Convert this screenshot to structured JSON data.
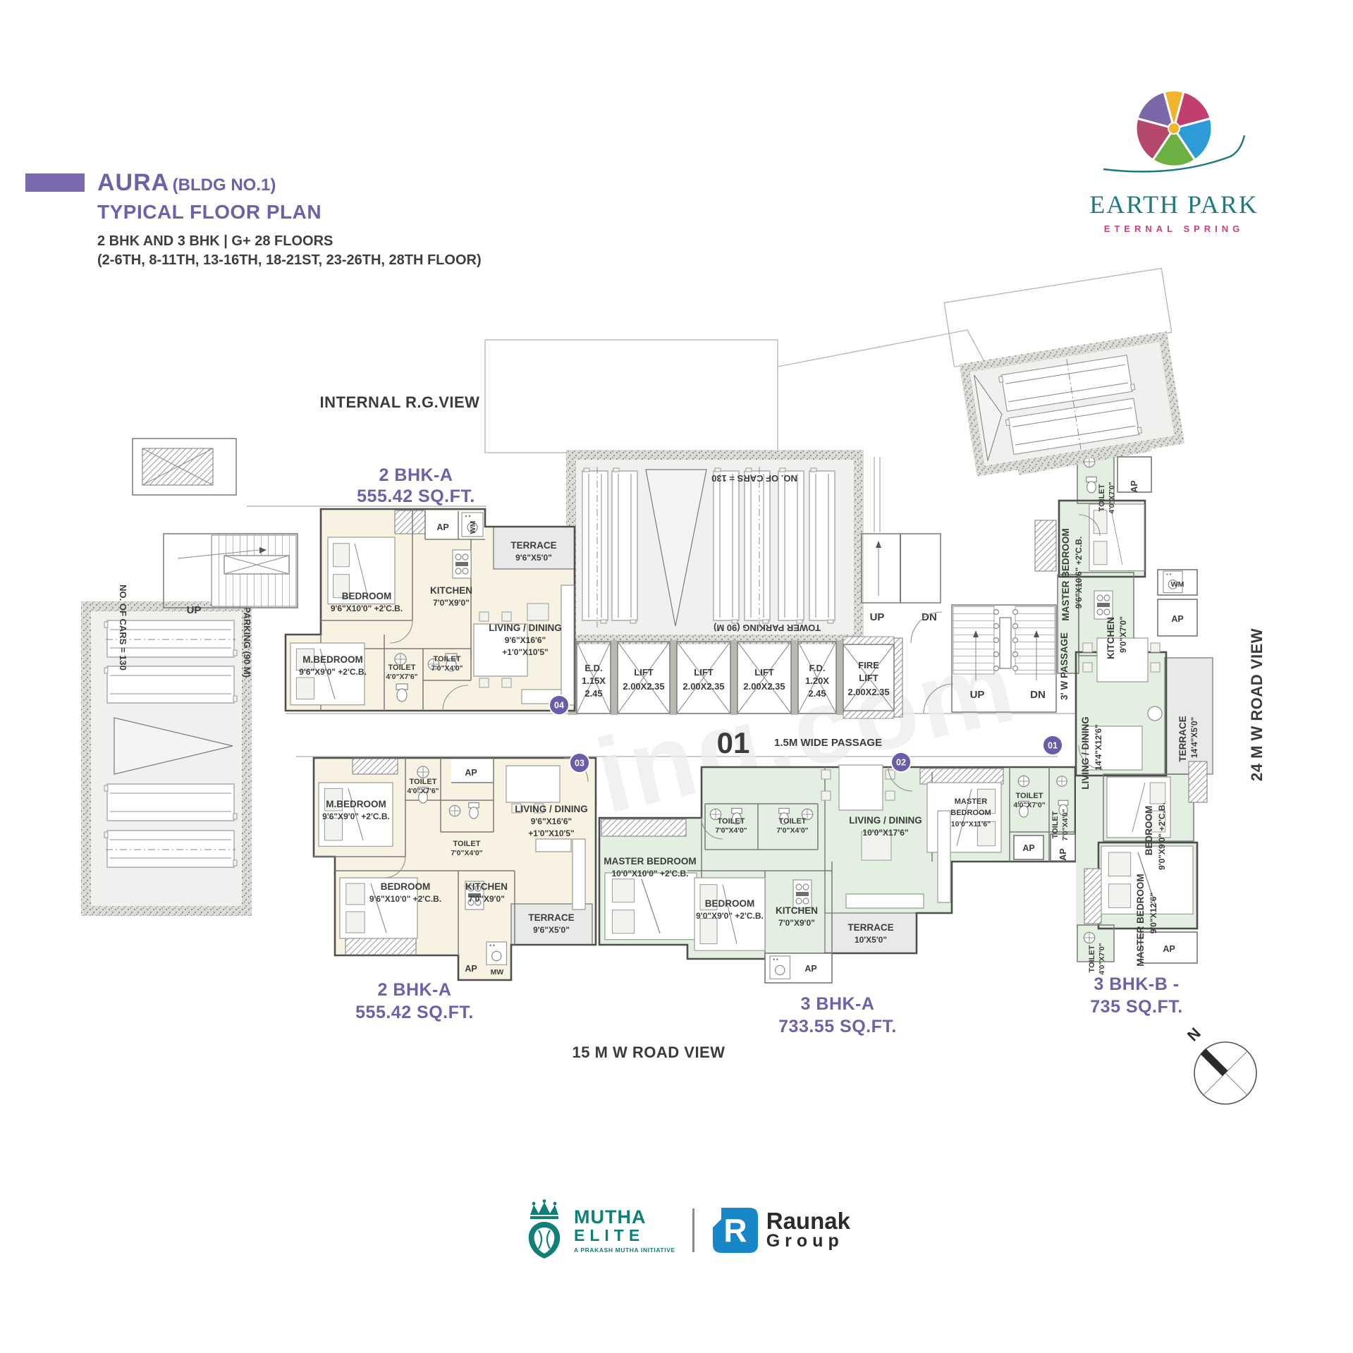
{
  "header": {
    "title": "AURA",
    "title_suffix": "(BLDG NO.1)",
    "subtitle": "TYPICAL FLOOR PLAN",
    "spec_line": "2 BHK AND 3 BHK | G+ 28 FLOORS",
    "floors_line": "(2-6TH, 8-11TH, 13-16TH, 18-21ST, 23-26TH, 28TH FLOOR)"
  },
  "brand": {
    "name": "EARTH PARK",
    "tagline": "ETERNAL SPRING"
  },
  "views": {
    "internal": "INTERNAL R.G.VIEW",
    "right_road": "24 M W ROAD VIEW",
    "bottom_road": "15 M W ROAD VIEW"
  },
  "compass": {
    "north": "N"
  },
  "watermark": "Housing.com",
  "core": {
    "cars": "NO. OF CARS = 130",
    "tower": "TOWER PARKING (90 M)",
    "ed": [
      "E.D.",
      "1.15X",
      "2.45"
    ],
    "lift": [
      "LIFT",
      "2.00X2.35"
    ],
    "fd": [
      "F.D.",
      "1.20X",
      "2.45"
    ],
    "fire": [
      "FIRE",
      "LIFT",
      "2.00X2.35"
    ],
    "big_no": "01",
    "passage": "1.5M WIDE PASSAGE",
    "up": "UP",
    "dn": "DN",
    "badges": [
      "04",
      "03",
      "02",
      "01"
    ]
  },
  "units": {
    "a_top": {
      "name": "2 BHK-A",
      "area": "555.42 SQ.FT."
    },
    "a_bottom": {
      "name": "2 BHK-A",
      "area": "555.42 SQ.FT."
    },
    "b3a": {
      "name": "3 BHK-A",
      "area": "733.55 SQ.FT."
    },
    "b3b": {
      "name": "3 BHK-B -",
      "area": "735 SQ.FT."
    }
  },
  "labels": {
    "bedroom_9610": [
      "BEDROOM",
      "9'6\"X10'0\" +2'C.B."
    ],
    "kitchen_7090": [
      "KITCHEN",
      "7'0\"X9'0\""
    ],
    "terrace_9650": [
      "TERRACE",
      "9'6\"X5'0\""
    ],
    "living_2bhk": [
      "LIVING / DINING",
      "9'6\"X16'6\"",
      "+1'0\"X10'5\""
    ],
    "mbed_9690": [
      "M.BEDROOM",
      "9'6\"X9'0\" +2'C.B."
    ],
    "toilet_4076": [
      "TOILET",
      "4'0\"X7'6\""
    ],
    "toilet_7040": [
      "TOILET",
      "7'0\"X4'0\""
    ],
    "toilet_4070": [
      "TOILET",
      "4'0\"X7'0\""
    ],
    "master_100100": [
      "MASTER BEDROOM",
      "10'0\"X10'0\" +2'C.B."
    ],
    "living_3a": [
      "LIVING / DINING",
      "10'0\"X17'6\""
    ],
    "master_100116": [
      "MASTER",
      "BEDROOM",
      "10'0\"X11'6\""
    ],
    "bedroom_9090": [
      "BEDROOM",
      "9'0\"X9'0\" +2'C.B."
    ],
    "terrace_1050": [
      "TERRACE",
      "10'X5'0\""
    ],
    "master_96106": [
      "MASTER BEDROOM",
      "9'6\"X10'6\" +2'C.B."
    ],
    "passage3w": "3' W PASSAGE",
    "kitchen_9070": [
      "KITCHEN",
      "9'0\"X7'0\""
    ],
    "living_3b": [
      "LIVING / DINING",
      "14'4\"X12'6\""
    ],
    "terrace_14450": [
      "TERRACE",
      "14'4\"X5'0\""
    ],
    "master_90126": [
      "MASTER BEDROOM",
      "9'0\"X12'6\""
    ],
    "ap": "AP",
    "wm": "WM",
    "mw": "MW"
  },
  "footer": {
    "mutha_line1": "MUTHA",
    "mutha_line2": "ELITE",
    "mutha_line3": "A PRAKASH MUTHA INITIATIVE",
    "raunak_name": "Raunak",
    "raunak_sub": "Group"
  },
  "colors": {
    "accent_purple": "#6F61A9",
    "brand_teal": "#1D7A80",
    "brand_pink": "#C2447E",
    "mutha_teal": "#0F7F78",
    "raunak_blue": "#1787C8",
    "unit_cream": "#F8F2E2",
    "unit_green": "#E3EFE1",
    "terrace_gray": "#E8EAE8"
  }
}
